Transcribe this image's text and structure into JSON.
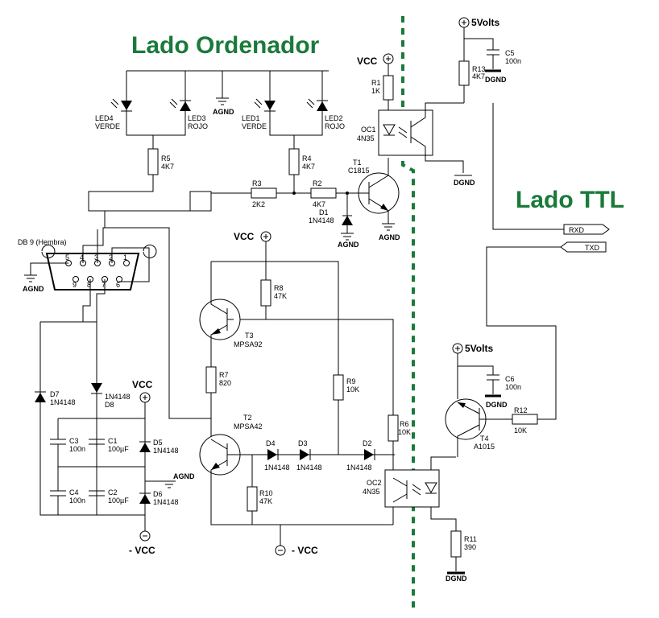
{
  "titles": {
    "computer_side": "Lado Ordenador",
    "ttl_side": "Lado TTL"
  },
  "colors": {
    "title_green": "#1a7a3a",
    "divider_green": "#1a7a3a",
    "wire": "#000000"
  },
  "power": {
    "vcc": "VCC",
    "minus_vcc": "- VCC",
    "five_volts": "5Volts",
    "agnd": "AGND",
    "dgnd": "DGND"
  },
  "connector": {
    "label": "DB 9 (Hembra)",
    "pins_top": [
      "5",
      "4",
      "3",
      "2",
      "1"
    ],
    "pins_bottom": [
      "9",
      "8",
      "7",
      "6"
    ]
  },
  "signals": {
    "rxd": "RXD",
    "txd": "TXD"
  },
  "components": {
    "LED4": [
      "LED4",
      "VERDE"
    ],
    "LED3": [
      "LED3",
      "ROJO"
    ],
    "LED1": [
      "LED1",
      "VERDE"
    ],
    "LED2": [
      "LED2",
      "ROJO"
    ],
    "R1": [
      "R1",
      "1K"
    ],
    "R2": [
      "R2",
      "4K7"
    ],
    "R3": [
      "R3",
      "2K2"
    ],
    "R4": [
      "R4",
      "4K7"
    ],
    "R5": [
      "R5",
      "4K7"
    ],
    "R6": [
      "R6",
      "10K"
    ],
    "R7": [
      "R7",
      "820"
    ],
    "R8": [
      "R8",
      "47K"
    ],
    "R9": [
      "R9",
      "10K"
    ],
    "R10": [
      "R10",
      "47K"
    ],
    "R11": [
      "R11",
      "390"
    ],
    "R12": [
      "R12",
      "10K"
    ],
    "R13": [
      "R13",
      "4K7"
    ],
    "C1": [
      "C1",
      "100µF"
    ],
    "C2": [
      "C2",
      "100µF"
    ],
    "C3": [
      "C3",
      "100n"
    ],
    "C4": [
      "C4",
      "100n"
    ],
    "C5": [
      "C5",
      "100n"
    ],
    "C6": [
      "C6",
      "100n"
    ],
    "D1": [
      "D1",
      "1N4148"
    ],
    "D2": [
      "D2",
      "1N4148"
    ],
    "D3": [
      "D3",
      "1N4148"
    ],
    "D4": [
      "D4",
      "1N4148"
    ],
    "D5": [
      "D5",
      "1N4148"
    ],
    "D6": [
      "D6",
      "1N4148"
    ],
    "D7": [
      "D7",
      "1N4148"
    ],
    "D8": [
      "1N4148",
      "D8"
    ],
    "T1": [
      "T1",
      "C1815"
    ],
    "T2": [
      "T2",
      "MPSA42"
    ],
    "T3": [
      "T3",
      "MPSA92"
    ],
    "T4": [
      "T4",
      "A1015"
    ],
    "OC1": [
      "OC1",
      "4N35"
    ],
    "OC2": [
      "OC2",
      "4N35"
    ]
  }
}
